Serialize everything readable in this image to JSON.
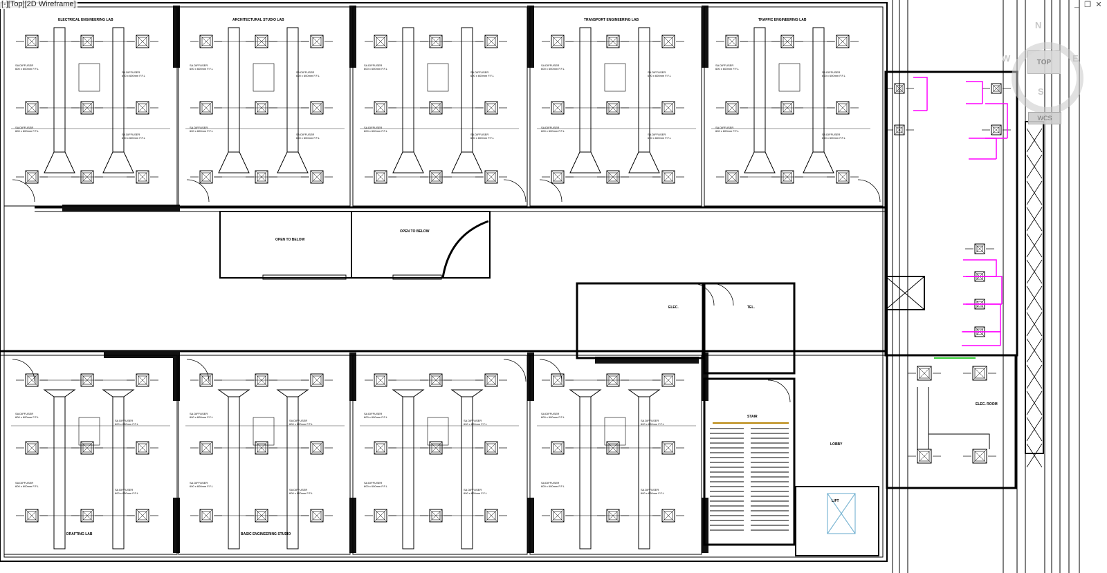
{
  "viewport": {
    "label": "[-][Top][2D Wireframe]",
    "controls": {
      "minimize": "_",
      "restore": "❐",
      "close": "✕"
    }
  },
  "viewcube": {
    "north": "N",
    "south": "S",
    "east": "E",
    "west": "W",
    "face": "TOP",
    "wcs": "WCS"
  },
  "colors": {
    "background": "#ffffff",
    "lines": "#000000",
    "magenta": "#ff00ff",
    "green": "#33cc33",
    "cyan": "#66aacc",
    "gold": "#b8860b"
  },
  "plan": {
    "top_rooms": [
      {
        "id": "room-1",
        "title": "ELECTRICAL ENGINEERING LAB",
        "lines": [
          "SA DIFFUSER",
          "600 x 600mm F.F.L"
        ]
      },
      {
        "id": "room-2",
        "title": "ARCHITECTURAL STUDIO LAB",
        "lines": [
          "SA DIFFUSER",
          "600 x 600mm F.F.L"
        ]
      },
      {
        "id": "room-3",
        "title": "",
        "lines": [
          "SA DIFFUSER",
          "600 x 600mm F.F.L"
        ]
      },
      {
        "id": "room-4",
        "title": "TRANSPORT ENGINEERING LAB",
        "lines": [
          "SA DIFFUSER",
          "600 x 600mm F.F.L"
        ]
      },
      {
        "id": "room-5",
        "title": "TRAFFIC ENGINEERING LAB",
        "lines": [
          "SA DIFFUSER",
          "600 x 600mm F.F.L"
        ]
      }
    ],
    "bottom_rooms": [
      {
        "id": "room-6",
        "title": "DRAFTING LAB",
        "lines": [
          "SA DIFFUSER",
          "600 x 600mm F.F.L"
        ]
      },
      {
        "id": "room-7",
        "title": "BASIC ENGINEERING STUDIO",
        "lines": [
          "SA DIFFUSER",
          "600 x 600mm F.F.L"
        ]
      },
      {
        "id": "room-8",
        "title": "",
        "lines": [
          "SA DIFFUSER",
          "600 x 600mm F.F.L"
        ]
      },
      {
        "id": "room-9",
        "title": "",
        "lines": [
          "SA DIFFUSER",
          "600 x 600mm F.F.L"
        ]
      }
    ],
    "center_labels": [
      "OPEN TO BELOW",
      "OPEN TO BELOW",
      "ELEC.",
      "TEL.",
      "STAIR",
      "LOBBY",
      "LIFT",
      "ELEC. ROOM"
    ]
  }
}
